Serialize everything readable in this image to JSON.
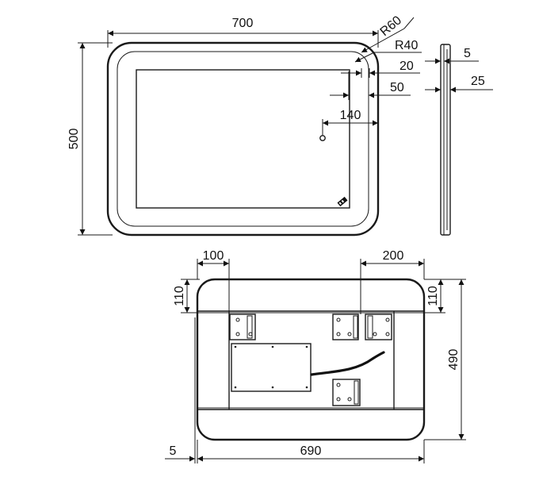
{
  "front_view": {
    "width_label": "700",
    "height_label": "500",
    "outer_radius_label": "R60",
    "inner_radius_label": "R40",
    "led_band_label": "20",
    "frame_width_label": "50",
    "switch_offset_label": "140"
  },
  "side_view": {
    "glass_thickness_label": "5",
    "total_depth_label": "25"
  },
  "back_view": {
    "bracket_offset_label": "100",
    "bracket_span_label": "200",
    "left_height_label": "110",
    "right_height_label": "110",
    "frame_height_label": "490",
    "frame_width_label": "690",
    "edge_offset_label": "5"
  }
}
